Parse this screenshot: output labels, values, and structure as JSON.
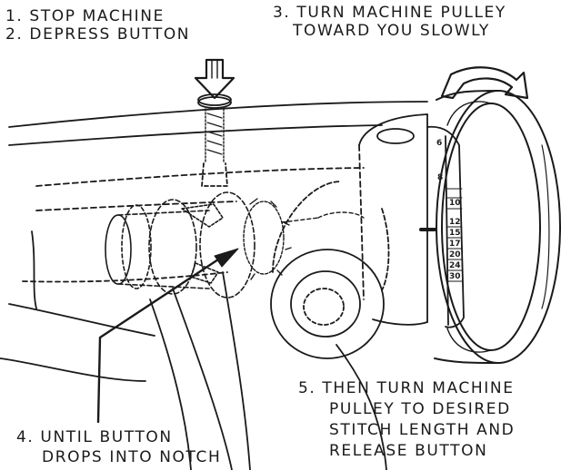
{
  "instructions": {
    "step1": "1. STOP MACHINE",
    "step2": "2. DEPRESS BUTTON",
    "step3": [
      "3. TURN MACHINE PULLEY",
      "TOWARD YOU SLOWLY"
    ],
    "step4": [
      "4. UNTIL BUTTON",
      "DROPS INTO NOTCH"
    ],
    "step5": [
      "5. THEN TURN MACHINE",
      "PULLEY TO DESIRED",
      "STITCH LENGTH AND",
      "RELEASE BUTTON"
    ]
  },
  "dial": {
    "numbers": [
      "6",
      "8",
      "10",
      "12",
      "15",
      "17",
      "20",
      "24",
      "30"
    ]
  },
  "colors": {
    "ink": "#1a1a1a",
    "paper": "#ffffff"
  }
}
